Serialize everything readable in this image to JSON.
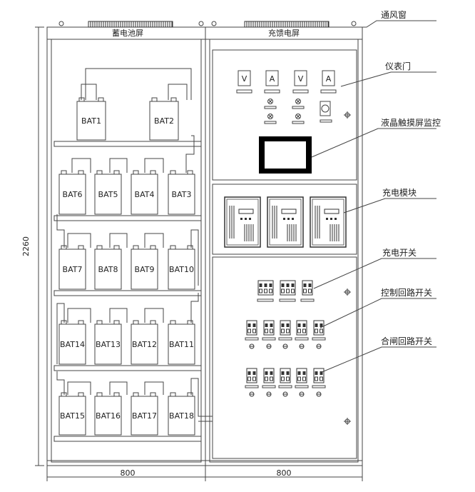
{
  "cabinets": {
    "left_title": "蓄电池屏",
    "right_title": "充馈电屏",
    "left_width": "800",
    "right_width": "800",
    "height": "2260"
  },
  "callouts": {
    "vent": "通风窗",
    "meter_door": "仪表门",
    "lcd_monitor": "液晶触摸屏监控",
    "charging_module": "充电模块",
    "charge_switch": "充电开关",
    "control_switch": "控制回路开关",
    "closing_switch": "合闸回路开关"
  },
  "meters": [
    "V",
    "A",
    "V",
    "A"
  ],
  "batteries": {
    "row1": [
      "BAT1",
      "BAT2"
    ],
    "row2": [
      "BAT6",
      "BAT5",
      "BAT4",
      "BAT3"
    ],
    "row3": [
      "BAT7",
      "BAT8",
      "BAT9",
      "BAT10"
    ],
    "row4": [
      "BAT14",
      "BAT13",
      "BAT12",
      "BAT11"
    ],
    "row5": [
      "BAT15",
      "BAT16",
      "BAT17",
      "BAT18"
    ]
  }
}
